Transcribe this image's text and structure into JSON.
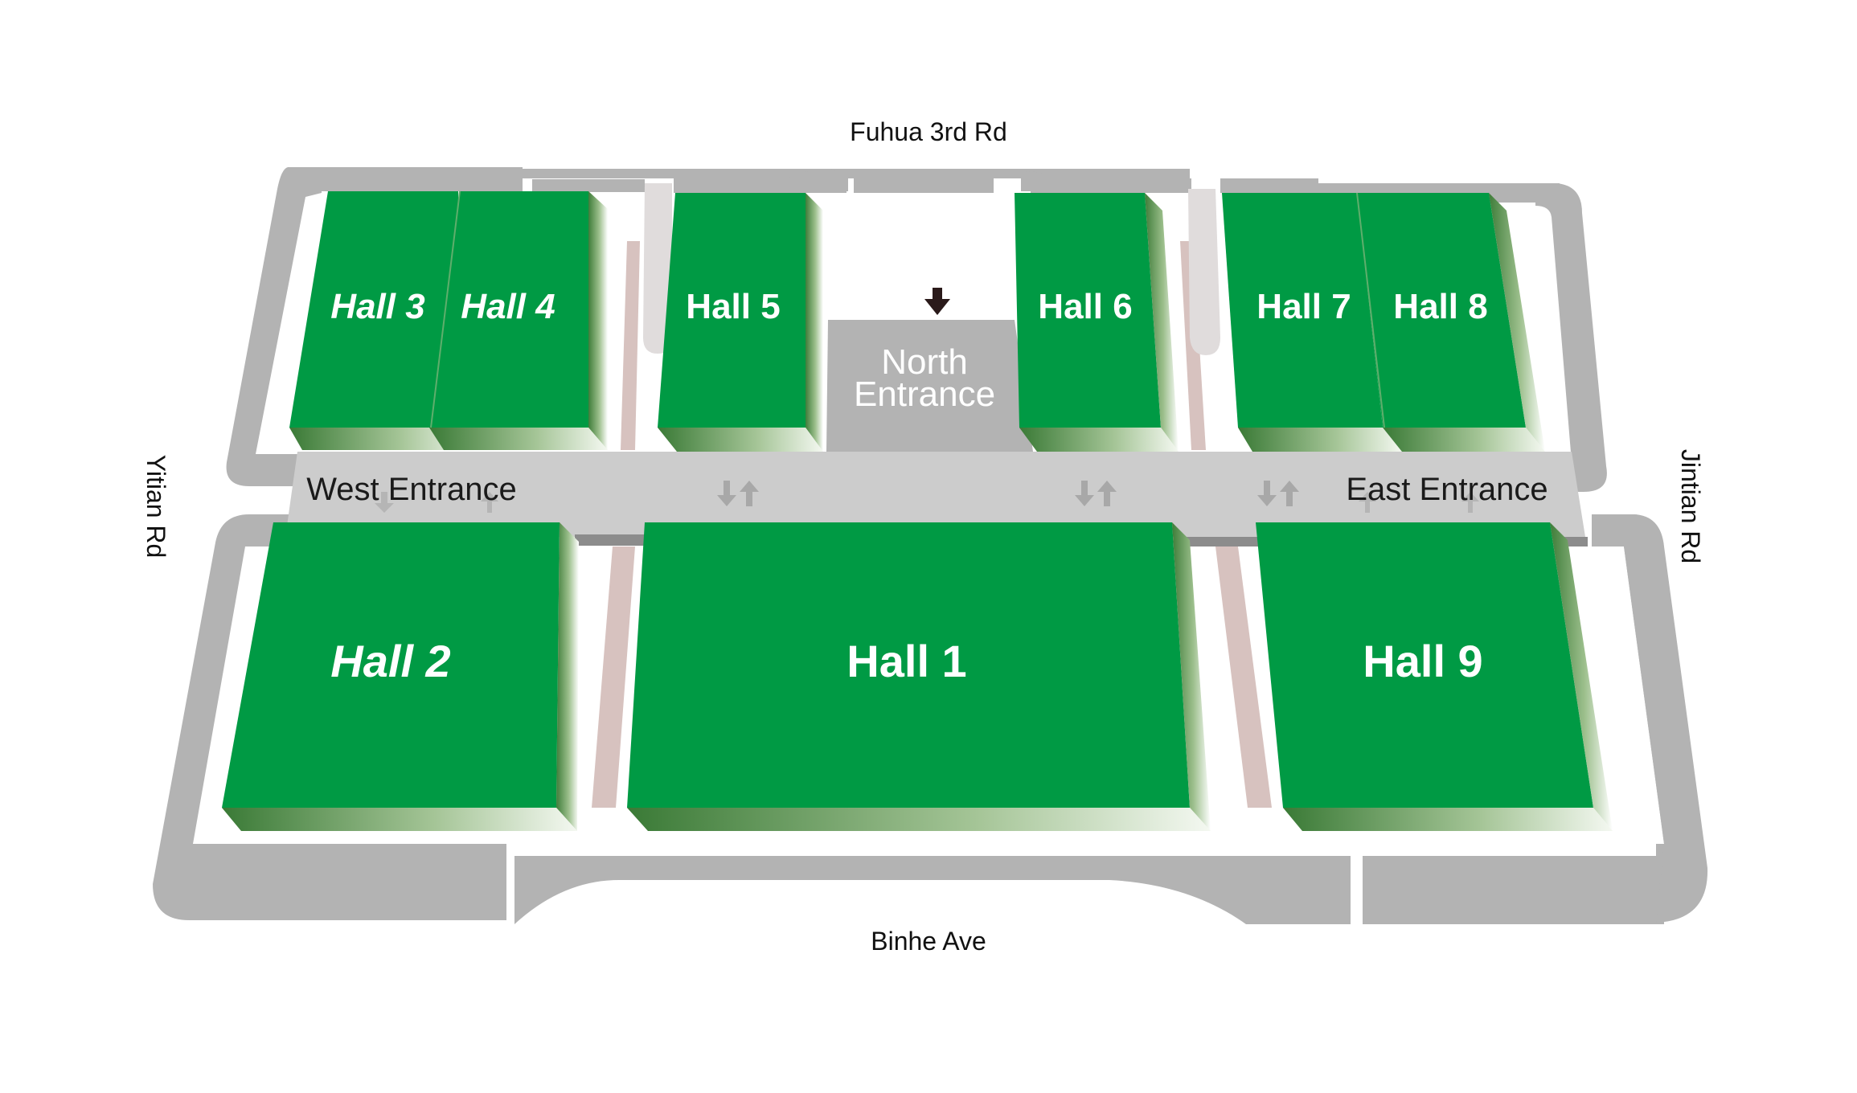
{
  "map": {
    "roads": {
      "north": "Fuhua 3rd Rd",
      "south": "Binhe Ave",
      "west": "Yitian Rd",
      "east": "Jintian Rd"
    },
    "entrances": {
      "west": "West Entrance",
      "east": "East Entrance",
      "north_line1": "North",
      "north_line2": "Entrance"
    },
    "halls": {
      "h1": "Hall 1",
      "h2": "Hall 2",
      "h3": "Hall 3",
      "h4": "Hall 4",
      "h5": "Hall 5",
      "h6": "Hall 6",
      "h7": "Hall 7",
      "h8": "Hall 8",
      "h9": "Hall 9"
    },
    "icons": {
      "north_arrow": "arrow-down-icon",
      "escalator": "up-down-arrows-icon"
    },
    "colors": {
      "hall_green": "#009a44",
      "hall_shade_dark": "#3f7d3a",
      "road_gray": "#b3b3b3",
      "concourse_gray": "#cccccc",
      "walkway_pink": "#d7c2bf",
      "entrance_block": "#b3b3b3",
      "ledge_dark": "#8c8c8c"
    }
  }
}
